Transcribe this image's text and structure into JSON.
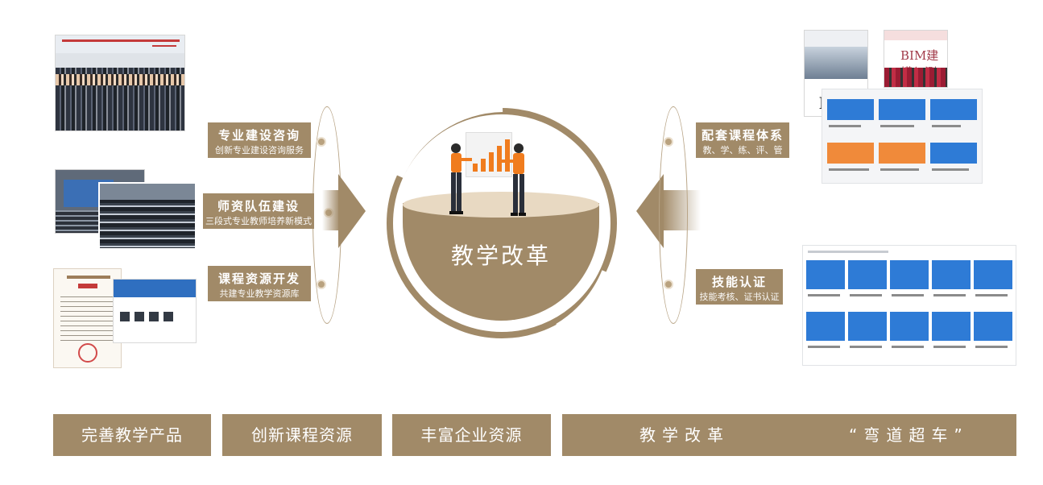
{
  "colors": {
    "accent": "#a18a68",
    "accent_light": "#e8d9c2",
    "white": "#ffffff"
  },
  "center": {
    "title": "教学改革"
  },
  "left_items": [
    {
      "title": "专业建设咨询",
      "subtitle": "创新专业建设咨询服务"
    },
    {
      "title": "师资队伍建设",
      "subtitle": "三段式专业教师培养新模式"
    },
    {
      "title": "课程资源开发",
      "subtitle": "共建专业教学资源库"
    }
  ],
  "right_items": [
    {
      "title": "配套课程体系",
      "subtitle": "教、学、练、评、管"
    },
    {
      "title": "技能认证",
      "subtitle": "技能考核、证书认证"
    }
  ],
  "books": [
    {
      "title": "BIM"
    },
    {
      "title": "BIM建模与测量"
    }
  ],
  "bottom_band": {
    "items": [
      "完善教学产品",
      "创新课程资源",
      "丰富企业资源"
    ],
    "reform": "教学改革",
    "slogan": "“弯道超车”"
  },
  "icons": [
    "left-arrow-icon",
    "right-arrow-icon",
    "people-presenting-chart-icon"
  ]
}
